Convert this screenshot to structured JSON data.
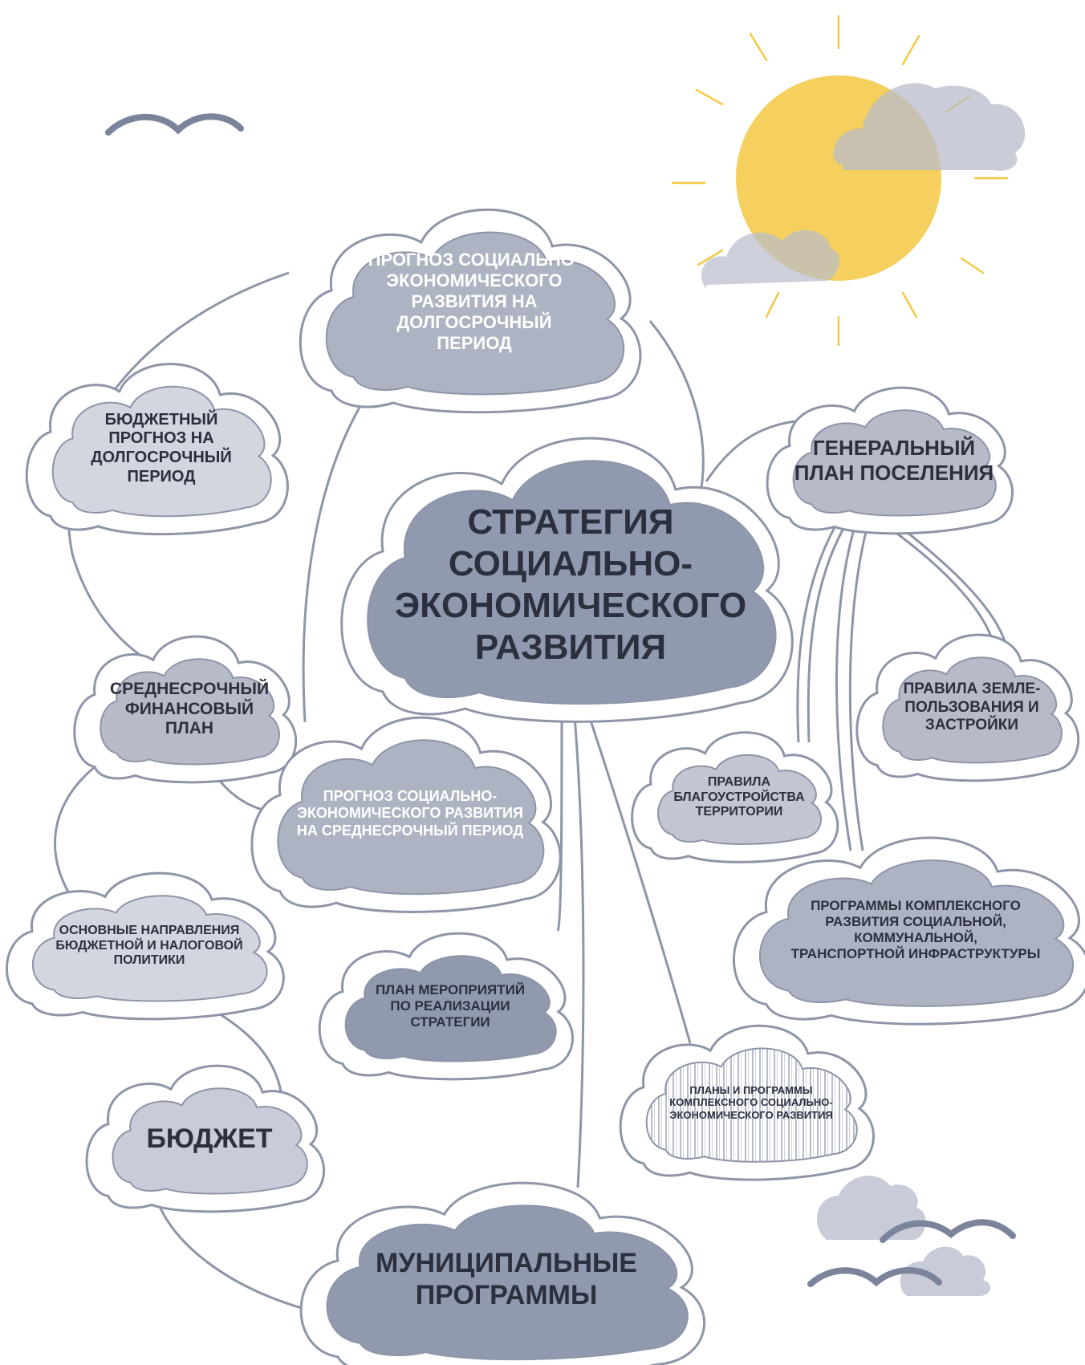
{
  "colors": {
    "line": "#8e95a8",
    "cloud_outline": "#8e95a8",
    "sun": "#f5c842",
    "gray_cloud": "#c9ccd8",
    "dark_cloud": "#9199ae",
    "mid_cloud": "#aeb3c3",
    "light_cloud": "#d3d6df",
    "bird": "#7c849c"
  },
  "nodes": {
    "strategy": "СТРАТЕГИЯ\nСОЦИАЛЬНО-\nЭКОНОМИЧЕСКОГО\nРАЗВИТИЯ",
    "forecast_long": "ПРОГНОЗ СОЦИАЛЬНО-\nЭКОНОМИЧЕСКОГО\nРАЗВИТИЯ НА\nДОЛГОСРОЧНЫЙ\nПЕРИОД",
    "budget_forecast": "БЮДЖЕТНЫЙ\nПРОГНОЗ НА\nДОЛГОСРОЧНЫЙ\nПЕРИОД",
    "general_plan": "ГЕНЕРАЛЬНЫЙ\nПЛАН ПОСЕЛЕНИЯ",
    "land_use_rules": "ПРАВИЛА ЗЕМЛЕ-\nПОЛЬЗОВАНИЯ И\nЗАСТРОЙКИ",
    "midterm_fin_plan": "СРЕДНЕСРОЧНЫЙ\nФИНАНСОВЫЙ\nПЛАН",
    "forecast_mid": "ПРОГНОЗ СОЦИАЛЬНО-\nЭКОНОМИЧЕСКОГО РАЗВИТИЯ\nНА СРЕДНЕСРОЧНЫЙ ПЕРИОД",
    "improvement_rules": "ПРАВИЛА\nБЛАГОУСТРОЙСТВА\nТЕРРИТОРИИ",
    "budget_tax_policy": "ОСНОВНЫЕ НАПРАВЛЕНИЯ\nБЮДЖЕТНОЙ И НАЛОГОВОЙ\nПОЛИТИКИ",
    "complex_programs": "ПРОГРАММЫ КОМПЛЕКСНОГО\nРАЗВИТИЯ СОЦИАЛЬНОЙ,\nКОММУНАЛЬНОЙ,\nТРАНСПОРТНОЙ ИНФРАСТРУКТУРЫ",
    "action_plan": "ПЛАН МЕРОПРИЯТИЙ\nПО РЕАЛИЗАЦИИ\nСТРАТЕГИИ",
    "plans_programs": "ПЛАНЫ И ПРОГРАММЫ\nКОМПЛЕКСНОГО СОЦИАЛЬНО-\nЭКОНОМИЧЕСКОГО РАЗВИТИЯ",
    "budget": "БЮДЖЕТ",
    "municipal_programs": "МУНИЦИПАЛЬНЫЕ\nПРОГРАММЫ"
  }
}
